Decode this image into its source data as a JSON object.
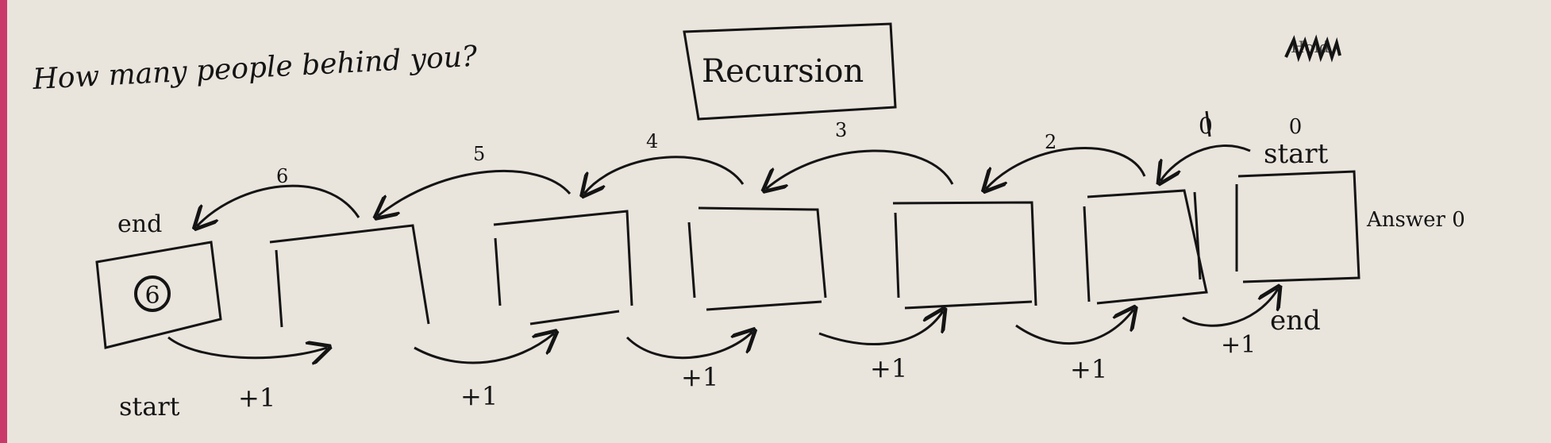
{
  "question": "How many people behind you?",
  "title": "Recursion",
  "scribble_label": "Hold",
  "answer_label": "Answer 0",
  "top": {
    "end_label": "end",
    "start_label": "start",
    "start_value": "0",
    "arrow_labels": [
      "6",
      "5",
      "4",
      "3",
      "2",
      "0"
    ]
  },
  "bottom": {
    "start_label": "start",
    "end_label": "end",
    "increment_labels": [
      "+1",
      "+1",
      "+1",
      "+1",
      "+1",
      "+1"
    ]
  },
  "first_box_value": "6",
  "colors": {
    "ink": "#141414",
    "paper": "#e9e4dc",
    "edge": "#c93a6a"
  }
}
